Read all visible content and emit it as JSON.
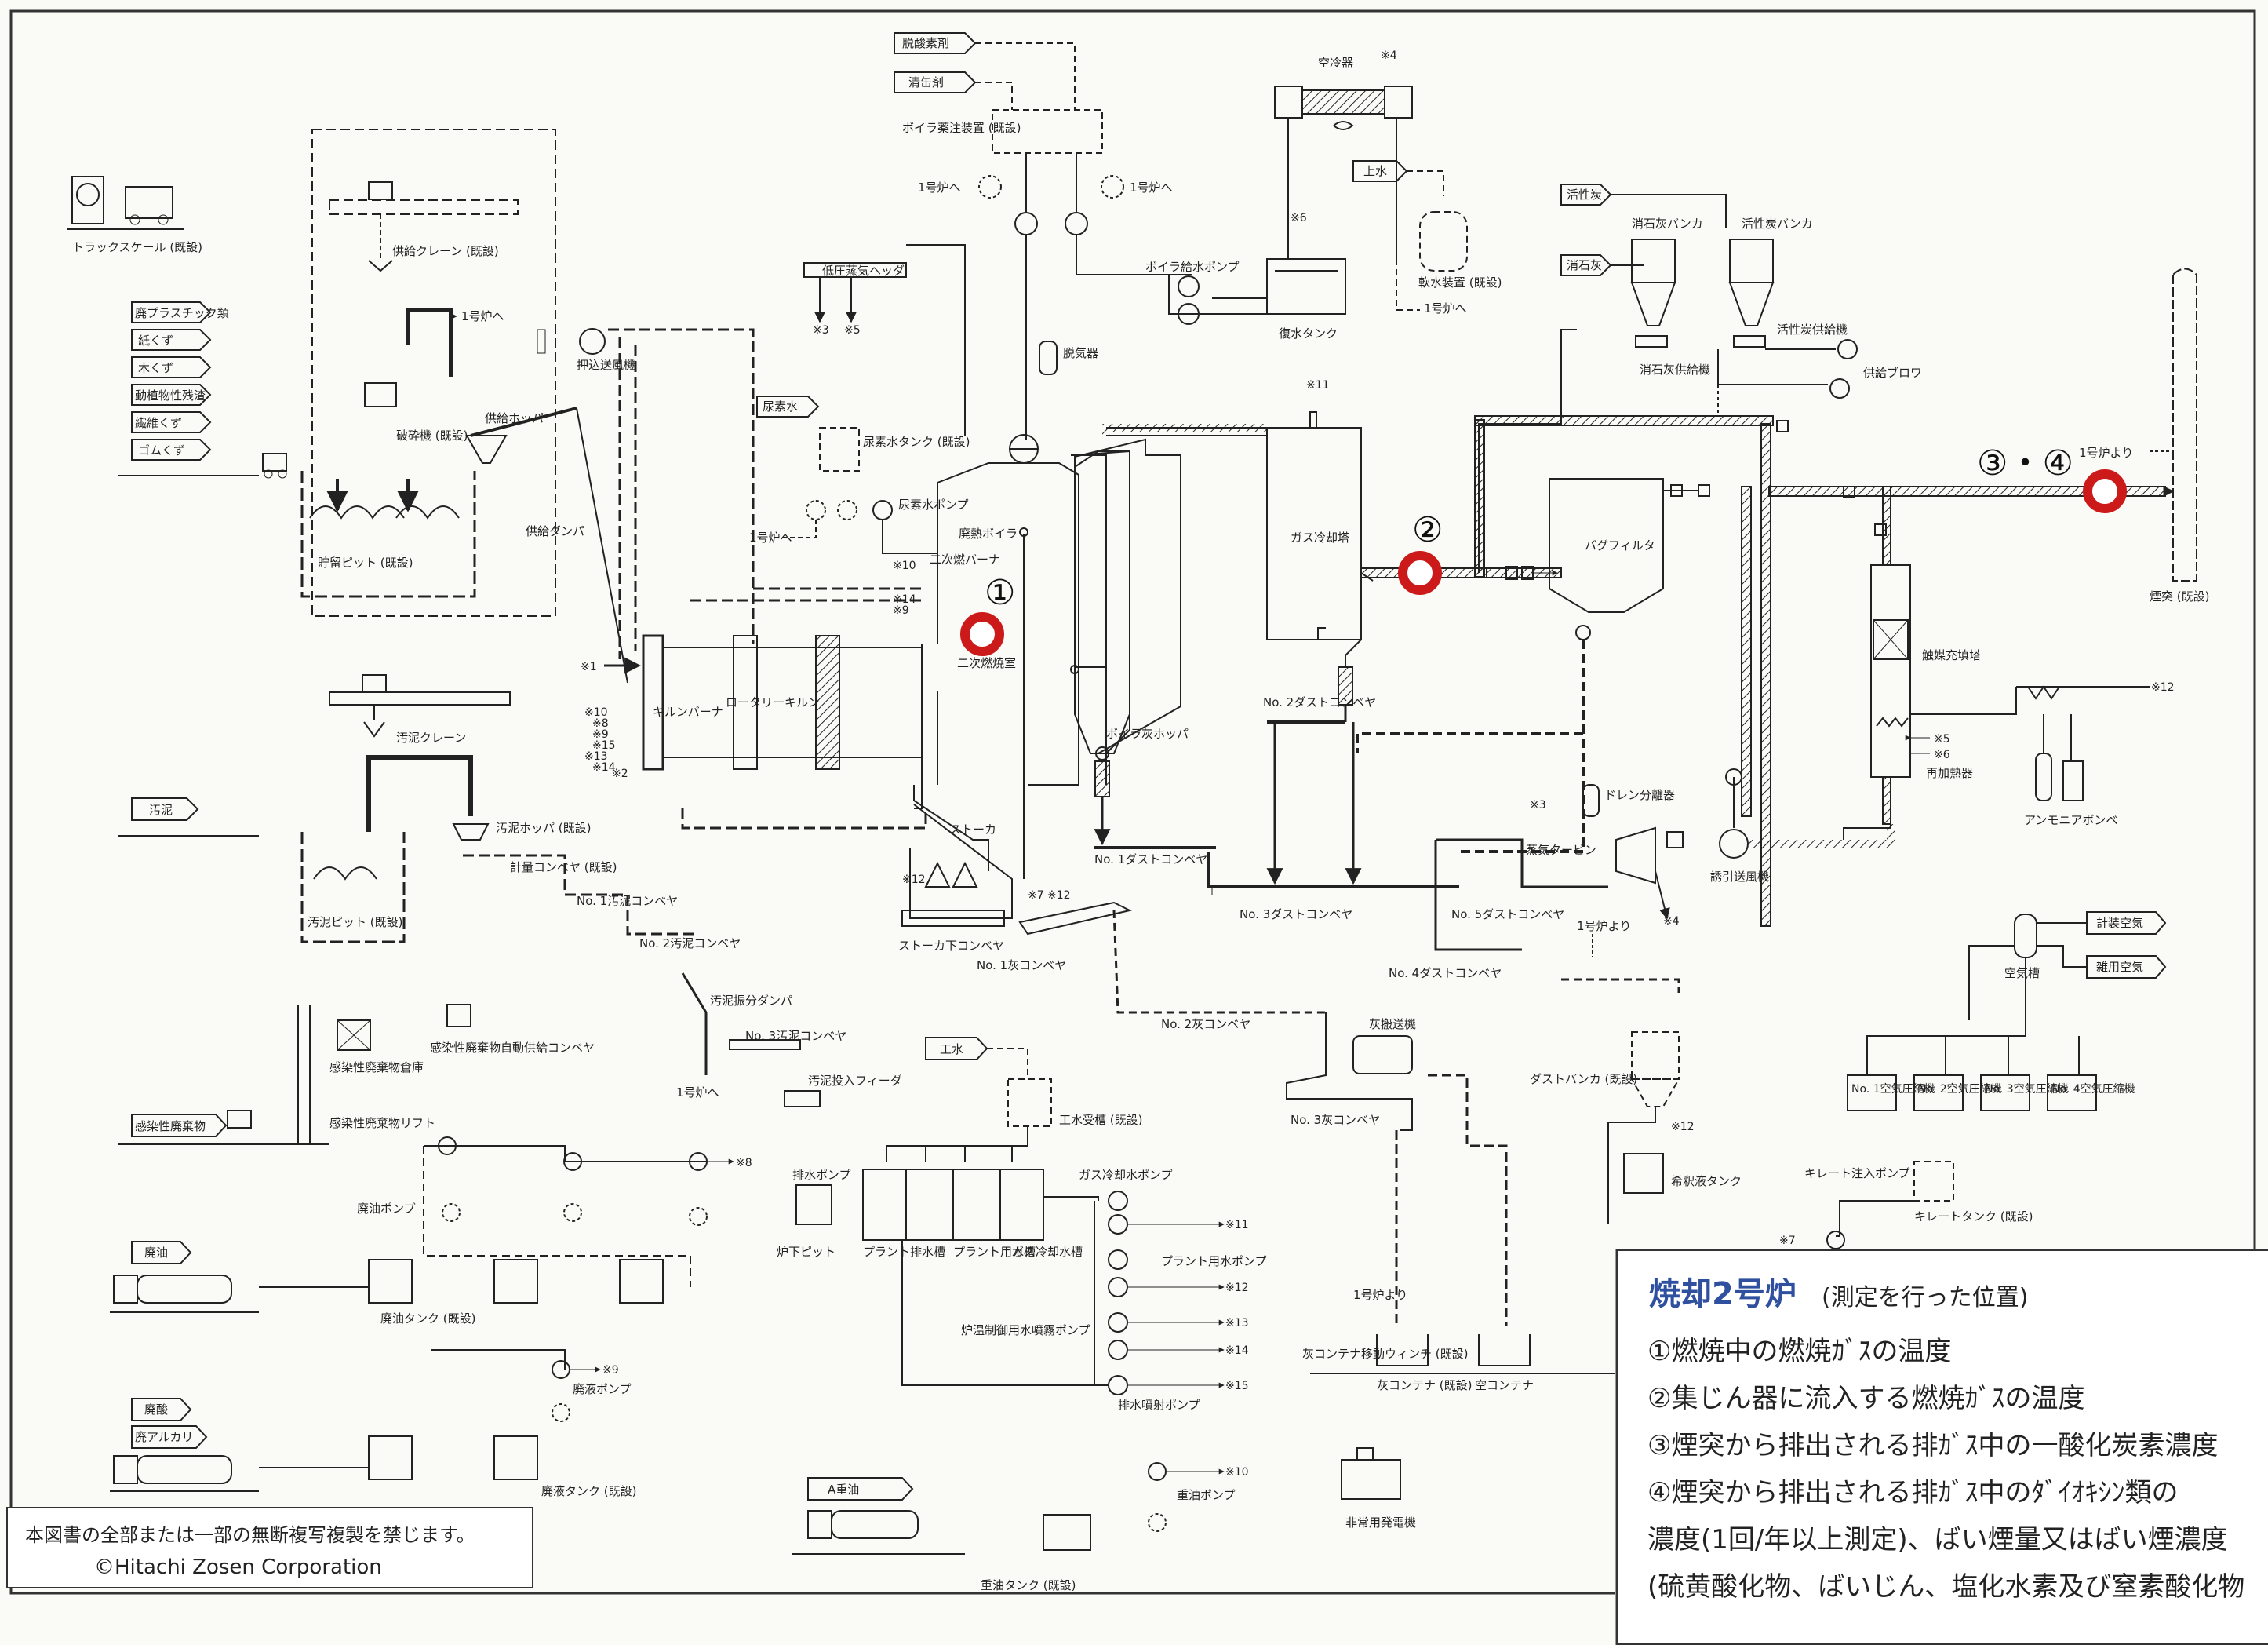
{
  "labels": {
    "truck_scale": "トラックスケール (既設)",
    "waste_plastic": "廃プラスチック類",
    "paper": "紙くず",
    "wood": "木くず",
    "animal_plant": "動植物性残渣",
    "fiber": "繊維くず",
    "rubber": "ゴムくず",
    "feed_crane": "供給クレーン (既設)",
    "to_kiln1_a": "1号炉へ",
    "crusher": "破砕機 (既設)",
    "feed_hopper": "供給ホッパ",
    "pit": "貯留ピット (既設)",
    "feed_damper": "供給ダンパ",
    "forced_fan": "押込送風機",
    "sludge_crane": "汚泥クレーン",
    "sludge": "汚泥",
    "sludge_hopper": "汚泥ホッパ (既設)",
    "sludge_conv": "計量コンベヤ (既設)",
    "sludge_pit": "汚泥ピット (既設)",
    "no1_sludge": "No. 1汚泥コンベヤ",
    "no2_sludge": "No. 2汚泥コンベヤ",
    "sludge_damper": "汚泥振分ダンパ",
    "no3_sludge": "No. 3汚泥コンベヤ",
    "to_kiln1_b": "1号炉へ",
    "sludge_feeder": "汚泥投入フィーダ",
    "infectious_store": "感染性廃棄物倉庫",
    "infectious_conv": "感染性廃棄物自動供給コンベヤ",
    "infectious": "感染性廃棄物",
    "infectious_lift": "感染性廃棄物リフト",
    "waste_oil": "廃油",
    "waste_oil_pump": "廃油ポンプ",
    "waste_oil_tank": "廃油タンク (既設)",
    "waste_acid": "廃酸",
    "waste_alkali": "廃アルカリ",
    "waste_liquid_pump": "廃液ポンプ",
    "waste_liquid_tank": "廃液タンク (既設)",
    "heavy_oil": "A重油",
    "heavy_oil_pump": "重油ポンプ",
    "heavy_oil_tank": "重油タンク (既設)",
    "deox": "脱酸素剤",
    "cleaner": "清缶剤",
    "boiler_chem": "ボイラ薬注装置 (既設)",
    "low_pressure_header": "低圧蒸気ヘッダ",
    "urea": "尿素水",
    "urea_tank": "尿素水タンク (既設)",
    "urea_pump": "尿素水ポンプ",
    "deaerator": "脱気器",
    "waste_heat_boiler": "廃熱ボイラ",
    "secondary_burner": "二次燃バーナ",
    "secondary_chamber": "二次燃焼室",
    "rotary_kiln": "ロータリーキルン",
    "kiln_burner": "キルンバーナ",
    "stoker": "ストーカ",
    "stoker_conv": "ストーカ下コンベヤ",
    "no1_ash": "No. 1灰コンベヤ",
    "no2_ash": "No. 2灰コンベヤ",
    "no3_ash": "No. 3灰コンベヤ",
    "boiler_hopper": "ボイラ灰ホッパ",
    "no1_dust": "No. 1ダストコンベヤ",
    "no2_dust": "No. 2ダストコンベヤ",
    "no3_dust": "No. 3ダストコンベヤ",
    "no4_dust": "No. 4ダストコンベヤ",
    "no5_dust": "No. 5ダストコンベヤ",
    "cooler": "空冷器",
    "boiler_feed_pump": "ボイラ給水ポンプ",
    "water_tank": "復水タンク",
    "city_water": "上水",
    "softener": "軟水装置 (既設)",
    "gas_cooler": "ガス冷却塔",
    "bag_filter": "バグフィルタ",
    "activated_carbon": "活性炭",
    "slaked_lime": "消石灰",
    "lime_bunker": "消石灰バンカ",
    "carbon_bunker": "活性炭バンカ",
    "lime_feeder": "消石灰供給機",
    "carbon_feeder": "活性炭供給機",
    "feed_blower": "供給ブロワ",
    "from_kiln1": "1号炉より",
    "stack": "煙突 (既設)",
    "catalyst_tower": "触媒充填塔",
    "reheater": "再加熱器",
    "ammonia_cyl": "アンモニアボンベ",
    "drain_sep": "ドレン分離器",
    "steam_turbine": "蒸気タービン",
    "induced_fan": "誘引送風機",
    "air_tank": "空気槽",
    "instr_air": "計装空気",
    "misc_air": "雑用空気",
    "comp1": "No. 1空気圧縮機",
    "comp2": "No. 2空気圧縮機",
    "comp3": "No. 3空気圧縮機",
    "comp4": "No. 4空気圧縮機",
    "dust_bunker": "ダストバンカ (既設)",
    "chelate_pump": "キレート注入ポンプ",
    "chelate_tank": "キレートタンク (既設)",
    "mix_tank": "希釈液タンク",
    "ash_crane": "灰搬送機",
    "ash_container": "灰コンテナ (既設)",
    "container_winch": "灰コンテナ移動ウィンチ (既設)",
    "empty_container": "空コンテナ",
    "emergency_gen": "非常用発電機",
    "industrial_water": "工水",
    "industrial_tank": "工水受槽 (既設)",
    "drain_pump": "排水ポンプ",
    "pit_under": "炉下ピット",
    "plant_drain": "プラント排水槽",
    "plant_use": "プラント用水槽",
    "gas_cool_tank": "ガス冷却水槽",
    "gas_cool_pump": "ガス冷却水ポンプ",
    "plant_pump": "プラント用水ポンプ",
    "spray_pump": "炉温制御用水噴霧ポンプ",
    "drain_spray_pump": "排水噴射ポンプ"
  },
  "markers": {
    "m1": "※1",
    "m2": "※2",
    "m3": "※3",
    "m4": "※4",
    "m5": "※5",
    "m6": "※6",
    "m7": "※7",
    "m8": "※8",
    "m9": "※9",
    "m10": "※10",
    "m11": "※11",
    "m12": "※12",
    "m13": "※13",
    "m14": "※14",
    "m15": "※15"
  },
  "points": {
    "p1": "①",
    "p2": "②",
    "p34": "③・④"
  },
  "legend": {
    "title": "焼却2号炉",
    "subtitle": "(測定を行った位置)",
    "item1": "①燃焼中の燃焼ｶﾞｽの温度",
    "item2": "②集じん器に流入する燃焼ｶﾞｽの温度",
    "item3": "③煙突から排出される排ｶﾞｽ中の一酸化炭素濃度",
    "item4": "④煙突から排出される排ｶﾞｽ中のﾀﾞｲｵｷｼﾝ類の",
    "item5": "濃度(1回/年以上測定)、ばい煙量又はばい煙濃度",
    "item6": "(硫黄酸化物、ばいじん、塩化水素及び窒素酸化物"
  },
  "notice": {
    "line1": "本図書の全部または一部の無断複写複製を禁じます。",
    "line2": "©Hitachi Zosen Corporation"
  },
  "colors": {
    "line": "#222222",
    "marker_ring": "#cc1a1a",
    "legend_title": "#2f4f9f"
  }
}
